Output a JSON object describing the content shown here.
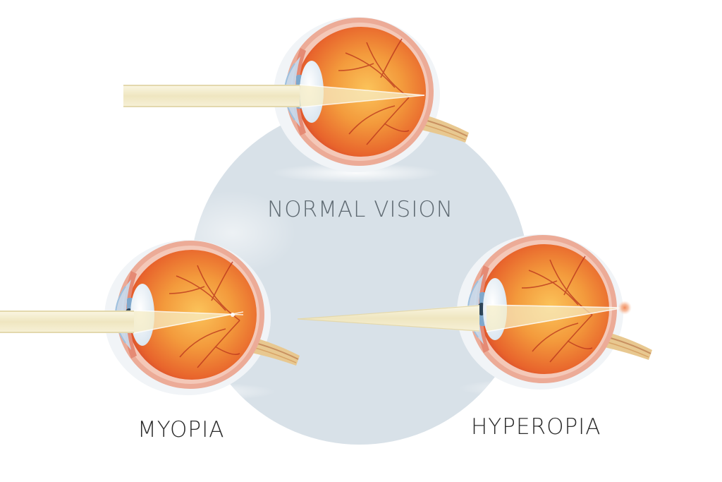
{
  "labels": {
    "normal": "NORMAL VISION",
    "myopia": "MYOPIA",
    "hyperopia": "HYPEROPIA"
  },
  "colors": {
    "background_circle": "#d8e1e8",
    "sclera_outer": "#e9a28e",
    "eye_inner": "#e8642c",
    "eye_core": "#f8b24a",
    "vessel": "#b8321c",
    "light_beam": "#f5efd3",
    "lens": "#eef4fa",
    "cornea": "#c7dcef",
    "pupil": "#2e4558",
    "focal_point": "#f08a5a"
  },
  "icons": [
    "eye-normal-icon",
    "eye-myopia-icon",
    "eye-hyperopia-icon"
  ]
}
